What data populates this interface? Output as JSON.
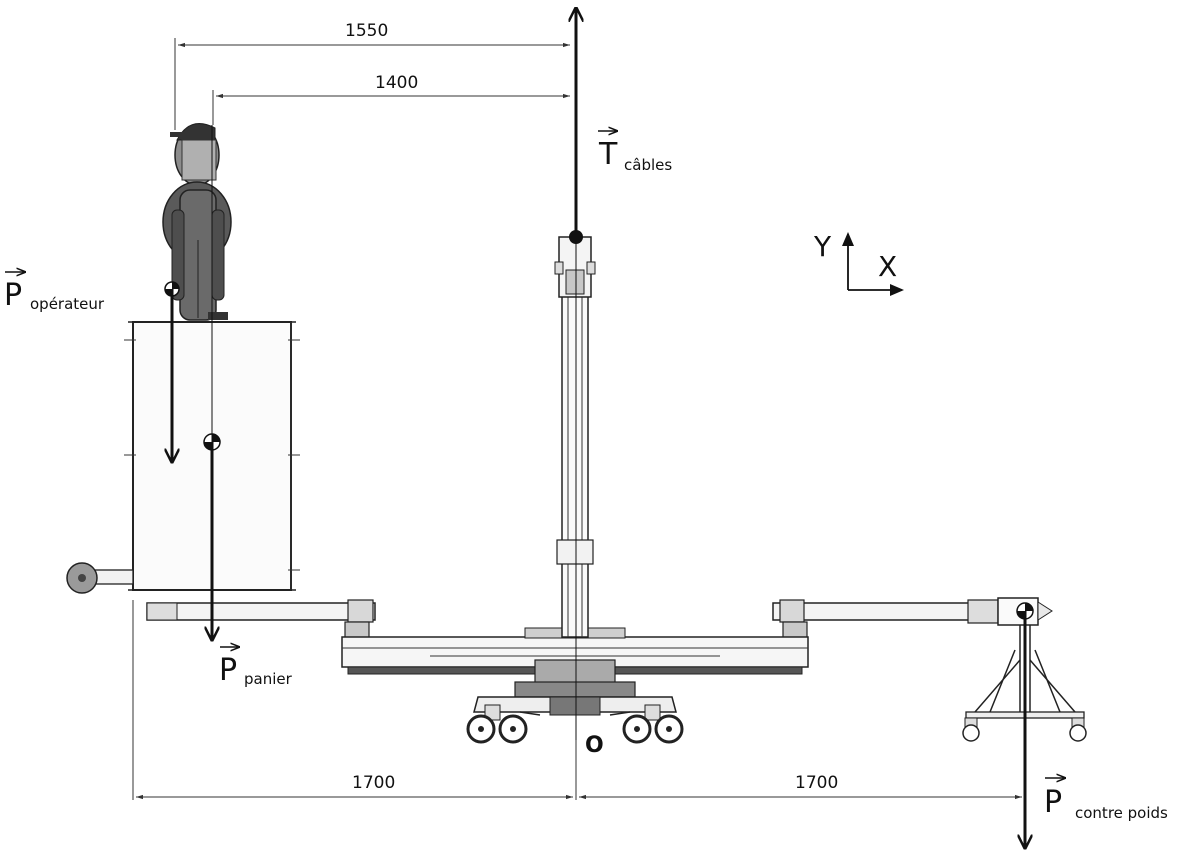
{
  "dimensions": {
    "d1550": "1550",
    "d1400": "1400",
    "d1700_left": "1700",
    "d1700_right": "1700"
  },
  "forces": {
    "t_cables": {
      "symbol": "T",
      "subscript": "câbles"
    },
    "p_operateur": {
      "symbol": "P",
      "subscript": "opérateur"
    },
    "p_panier": {
      "symbol": "P",
      "subscript": "panier"
    },
    "p_contre_poids": {
      "symbol": "P",
      "subscript": "contre poids"
    }
  },
  "axes": {
    "x": "X",
    "y": "Y"
  },
  "origin": "O",
  "colors": {
    "ink": "#111111",
    "fill_light": "#f4f4f4",
    "fill_dark": "#444444"
  }
}
